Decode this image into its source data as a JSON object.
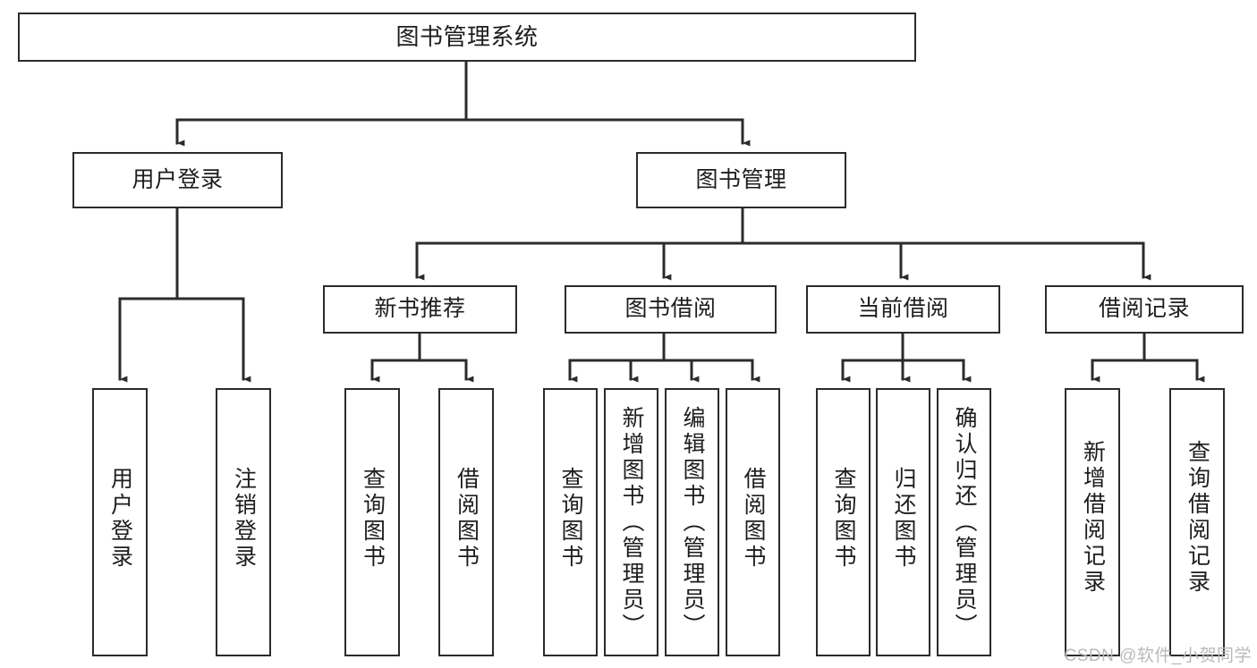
{
  "diagram": {
    "title": "图书管理系统",
    "type": "tree-hierarchy-chart",
    "colors": {
      "box_border": "#2b2b2b",
      "box_fill": "#ffffff",
      "edge": "#2b2b2b",
      "background": "#ffffff",
      "watermark": "#b9b9b9"
    },
    "watermark": "CSDN @软件_小贺同学",
    "levels": {
      "level1": [
        "图书管理系统"
      ],
      "level2": [
        "用户登录",
        "图书管理"
      ],
      "level3": [
        "新书推荐",
        "图书借阅",
        "当前借阅",
        "借阅记录"
      ],
      "level4": [
        "用户登录",
        "注销登录",
        "查询图书",
        "借阅图书",
        "查询图书",
        "新增图书（管理员）",
        "编辑图书（管理员）",
        "借阅图书",
        "查询图书",
        "归还图书",
        "确认归还（管理员）",
        "新增借阅记录",
        "查询借阅记录"
      ]
    },
    "nodes": {
      "root": {
        "label": "图书管理系统"
      },
      "user_login": {
        "label": "用户登录"
      },
      "book_manage": {
        "label": "图书管理"
      },
      "new_book_rec": {
        "label": "新书推荐"
      },
      "book_borrow": {
        "label": "图书借阅"
      },
      "current_borrow": {
        "label": "当前借阅"
      },
      "borrow_record": {
        "label": "借阅记录"
      },
      "leaf_user_login": {
        "label": "用户登录"
      },
      "leaf_logout": {
        "label": "注销登录"
      },
      "leaf_query_book_1": {
        "label": "查询图书"
      },
      "leaf_borrow_book_1": {
        "label": "借阅图书"
      },
      "leaf_query_book_2": {
        "label": "查询图书"
      },
      "leaf_add_book": {
        "label": "新增图书（管理员）"
      },
      "leaf_edit_book": {
        "label": "编辑图书（管理员）"
      },
      "leaf_borrow_book_2": {
        "label": "借阅图书"
      },
      "leaf_query_book_3": {
        "label": "查询图书"
      },
      "leaf_return_book": {
        "label": "归还图书"
      },
      "leaf_confirm_return": {
        "label": "确认归还（管理员）"
      },
      "leaf_add_record": {
        "label": "新增借阅记录"
      },
      "leaf_query_record": {
        "label": "查询借阅记录"
      }
    }
  }
}
